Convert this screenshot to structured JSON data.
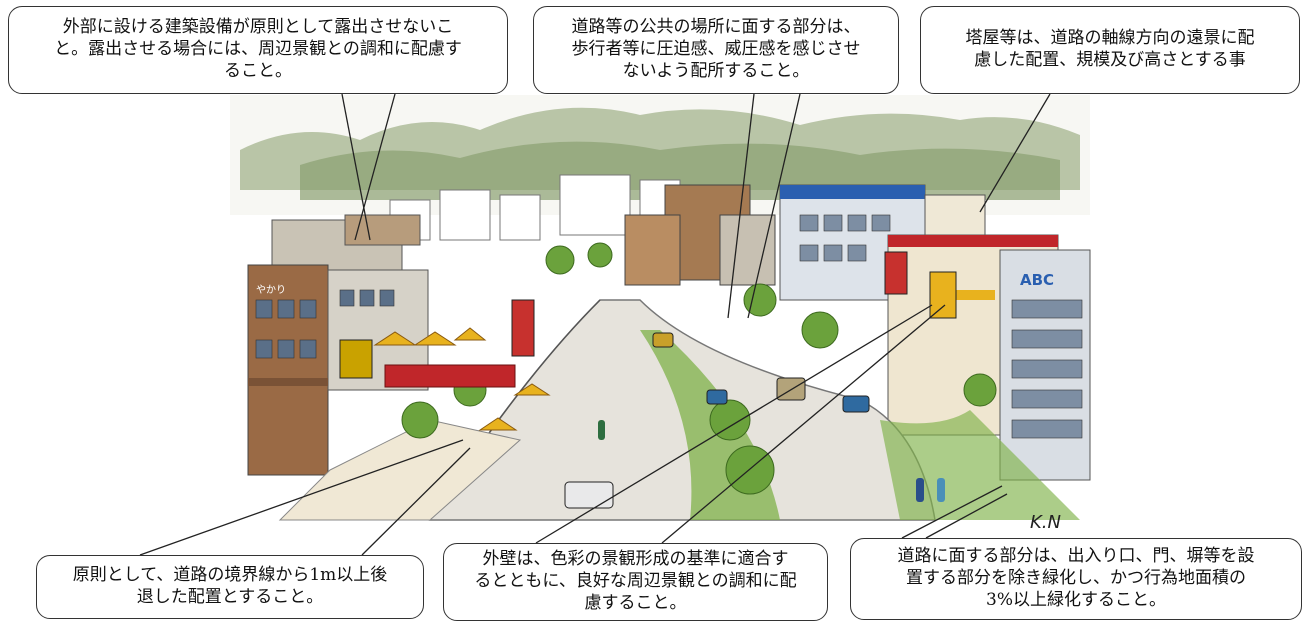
{
  "callouts": {
    "c1": "外部に設ける建築設備が原則として露出させないこ\nと。露出させる場合には、周辺景観との調和に配慮す\nること。",
    "c2": "道路等の公共の場所に面する部分は、\n歩行者等に圧迫感、威圧感を感じさせ\nないよう配所すること。",
    "c3": "塔屋等は、道路の軸線方向の遠景に配\n慮した配置、規模及び高さとする事",
    "c4": "原則として、道路の境界線から1m以上後\n退した配置とすること。",
    "c5": "外壁は、色彩の景観形成の基準に適合す\nるとともに、良好な周辺景観との調和に配\n慮すること。",
    "c6": "道路に面する部分は、出入り口、門、塀等を設\n置する部分を除き緑化し、かつ行為地面積の\n3%以上緑化すること。"
  },
  "illustration": {
    "signs": [
      "やかり",
      "ABC"
    ],
    "signature": "K.N"
  },
  "colors": {
    "road": "#e6e3dc",
    "greenery": "#7fb24a",
    "mountains": "#8aa070",
    "brick": "#9a6a45",
    "red_awning": "#c0262a",
    "umbrella_yellow": "#e8b21e",
    "blue_stripe": "#2a5fb0"
  }
}
